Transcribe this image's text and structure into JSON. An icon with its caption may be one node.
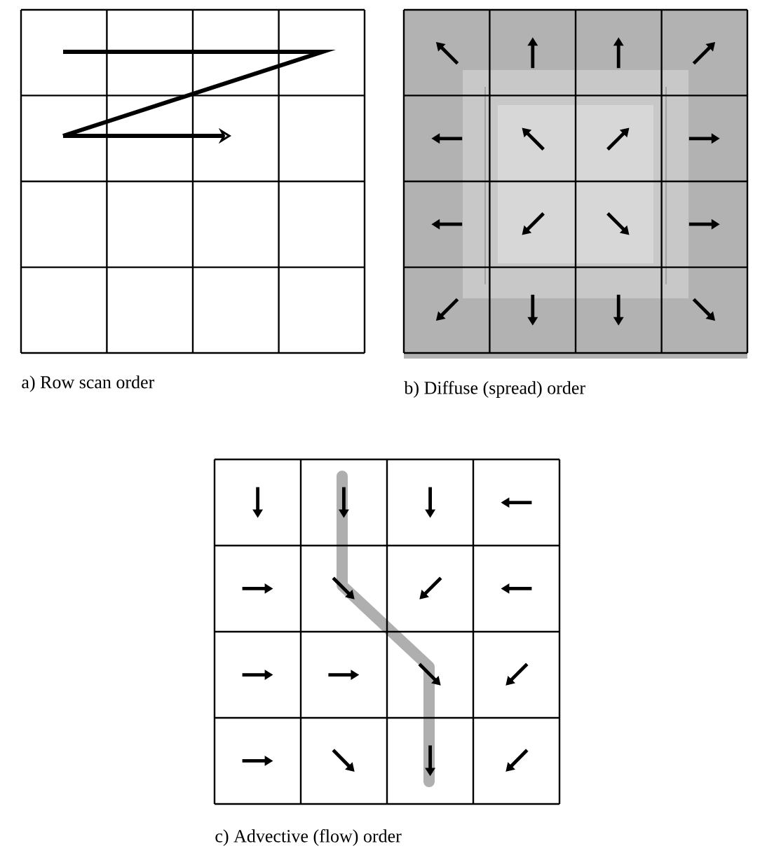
{
  "diagram": {
    "labels": [
      "a) Row scan order",
      "b) Diffuse (spread) order",
      "c) Advective (flow) order"
    ]
  }
}
